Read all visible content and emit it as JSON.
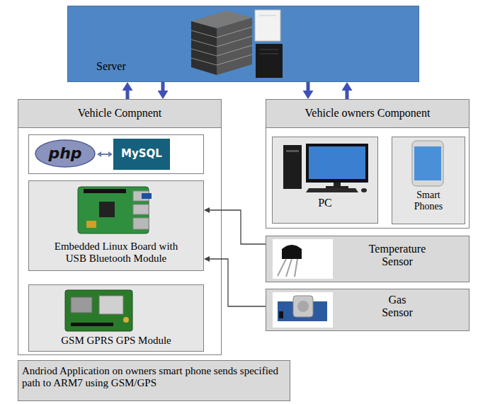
{
  "diagram": {
    "nodes": [
      {
        "text": [
          "Server"
        ]
      },
      {
        "text": [
          "Vehicle Compnent"
        ]
      },
      {
        "text": [
          "php",
          "MySQL"
        ],
        "in": 1
      },
      {
        "text": [
          "Embedded Linux Board with USB Bluetooth Module"
        ],
        "in": 1
      },
      {
        "text": [
          "GSM GPRS GPS Module"
        ],
        "in": 1
      },
      {
        "text": [
          "Vehicle owners Component"
        ]
      },
      {
        "text": [
          "PC"
        ],
        "in": 5
      },
      {
        "text": [
          "Smart Phones"
        ],
        "in": 5
      },
      {
        "text": [
          "Temperature Sensor"
        ]
      },
      {
        "text": [
          "Gas Sensor"
        ]
      },
      {
        "text": [
          "Andriod Application on owners smart phone sends specified path to ARM7 using GSM/GPS"
        ]
      }
    ],
    "edges": [
      {
        "from": 1,
        "to": 0,
        "arrow": "to"
      },
      {
        "from": 0,
        "to": 1,
        "arrow": "to"
      },
      {
        "from": 0,
        "to": 5,
        "arrow": "to"
      },
      {
        "from": 5,
        "to": 0,
        "arrow": "to"
      },
      {
        "from": 8,
        "to": 3,
        "arrow": "to"
      },
      {
        "from": 9,
        "to": 3,
        "arrow": "to"
      }
    ]
  }
}
